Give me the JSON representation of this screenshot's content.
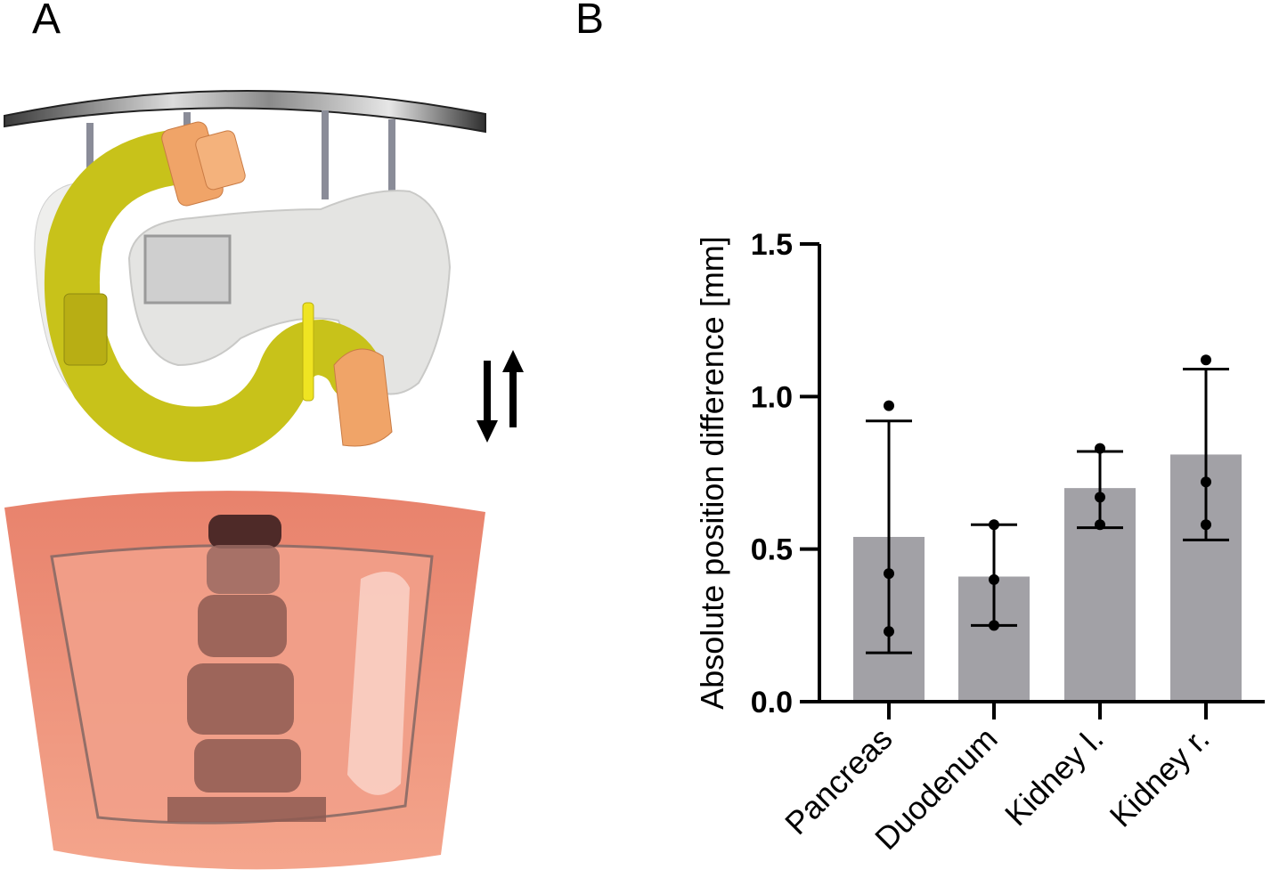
{
  "panels": {
    "a_label": "A",
    "b_label": "B"
  },
  "illustration": {
    "icons": [
      "organ-phantom-icon",
      "pancreas-model-icon",
      "duodenum-model-icon",
      "mounting-rail-icon",
      "up-down-arrow-icon",
      "tissue-container-icon",
      "spine-model-icon"
    ],
    "colors": {
      "duodenum": "#c8c21a",
      "pancreas": "#e4e4e2",
      "fittings": "#f0a468",
      "container": "#ef8f78",
      "spine": "#8e5a52"
    }
  },
  "chart_data": {
    "type": "bar",
    "title": "",
    "xlabel": "",
    "ylabel": "Absolute position difference [mm]",
    "ylim": [
      0,
      1.5
    ],
    "yticks": [
      "0.0",
      "0.5",
      "1.0",
      "1.5"
    ],
    "categories": [
      "Pancreas",
      "Duodenum",
      "Kidney l.",
      "Kidney r."
    ],
    "values": [
      0.54,
      0.41,
      0.7,
      0.81
    ],
    "error_low": [
      0.16,
      0.25,
      0.57,
      0.53
    ],
    "error_high": [
      0.92,
      0.58,
      0.82,
      1.09
    ],
    "points": [
      [
        0.97,
        0.42,
        0.23
      ],
      [
        0.58,
        0.4,
        0.25
      ],
      [
        0.83,
        0.67,
        0.58
      ],
      [
        1.12,
        0.72,
        0.58
      ]
    ],
    "bar_color": "#a2a1a6",
    "grid": false
  }
}
